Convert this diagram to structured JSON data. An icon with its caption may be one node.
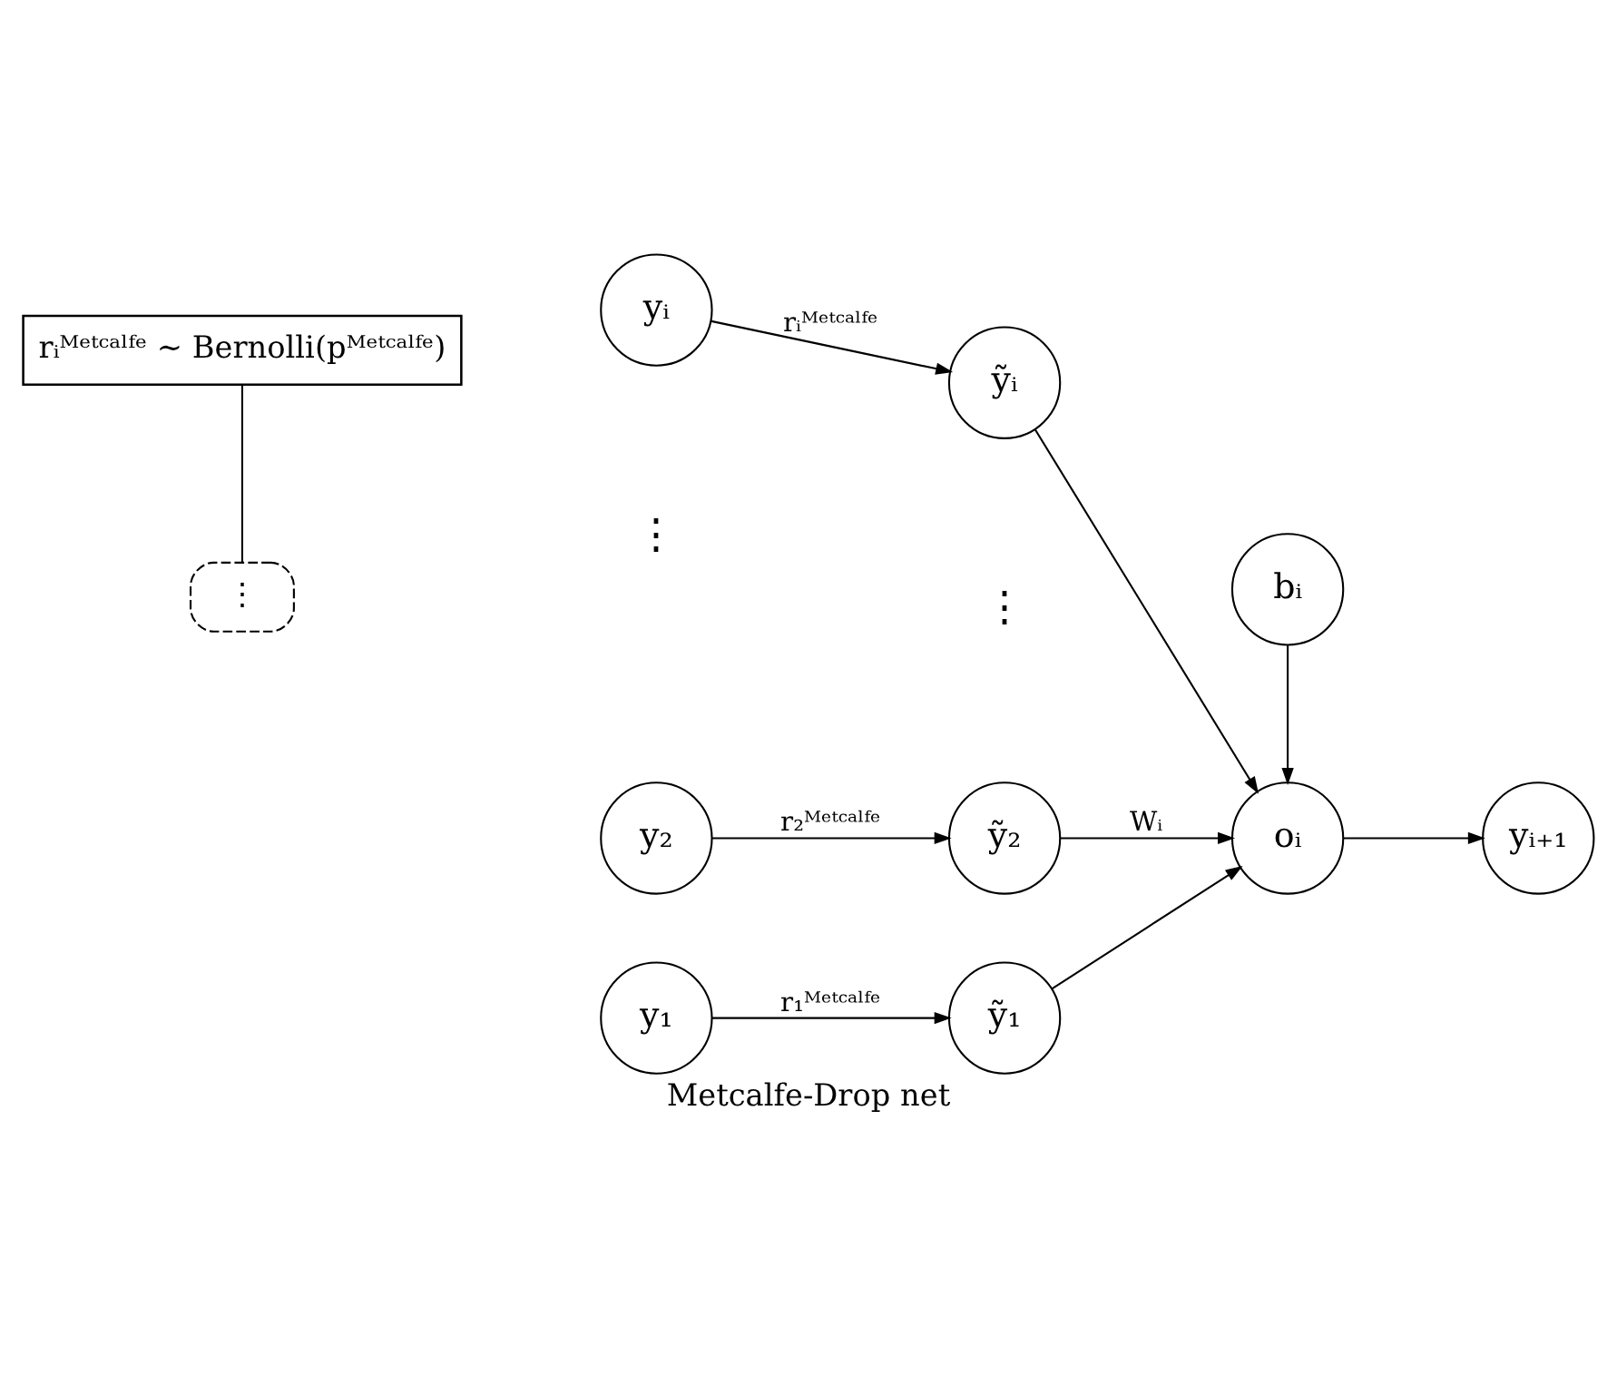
{
  "diagram": {
    "caption": "Metcalfe-Drop net",
    "nodes": [
      {
        "text": [
          "rᵢᴹᵉᵗᶜᵃˡᶠᵉ ∼ Bernolli(pᴹᵉᵗᶜᵃˡᶠᵉ)"
        ]
      },
      {
        "text": [
          "⋮"
        ]
      },
      {
        "text": [
          "yᵢ"
        ]
      },
      {
        "text": [
          "y₂"
        ]
      },
      {
        "text": [
          "y₁"
        ]
      },
      {
        "text": [
          "ỹᵢ"
        ]
      },
      {
        "text": [
          "ỹ₂"
        ]
      },
      {
        "text": [
          "ỹ₁"
        ]
      },
      {
        "text": [
          "bᵢ"
        ]
      },
      {
        "text": [
          "oᵢ"
        ]
      },
      {
        "text": [
          "yᵢ₊₁"
        ]
      }
    ],
    "edges": [
      {
        "from": 0,
        "to": 1,
        "arrow": "none"
      },
      {
        "from": 2,
        "to": 5,
        "arrow": "to",
        "label": "rᵢᴹᵉᵗᶜᵃˡᶠᵉ"
      },
      {
        "from": 3,
        "to": 6,
        "arrow": "to",
        "label": "r₂ᴹᵉᵗᶜᵃˡᶠᵉ"
      },
      {
        "from": 4,
        "to": 7,
        "arrow": "to",
        "label": "r₁ᴹᵉᵗᶜᵃˡᶠᵉ"
      },
      {
        "from": 5,
        "to": 9,
        "arrow": "to"
      },
      {
        "from": 6,
        "to": 9,
        "arrow": "to",
        "label": "Wᵢ"
      },
      {
        "from": 7,
        "to": 9,
        "arrow": "to"
      },
      {
        "from": 8,
        "to": 9,
        "arrow": "to"
      },
      {
        "from": 9,
        "to": 10,
        "arrow": "to"
      }
    ],
    "labels": [
      "⋮",
      "⋮"
    ]
  }
}
